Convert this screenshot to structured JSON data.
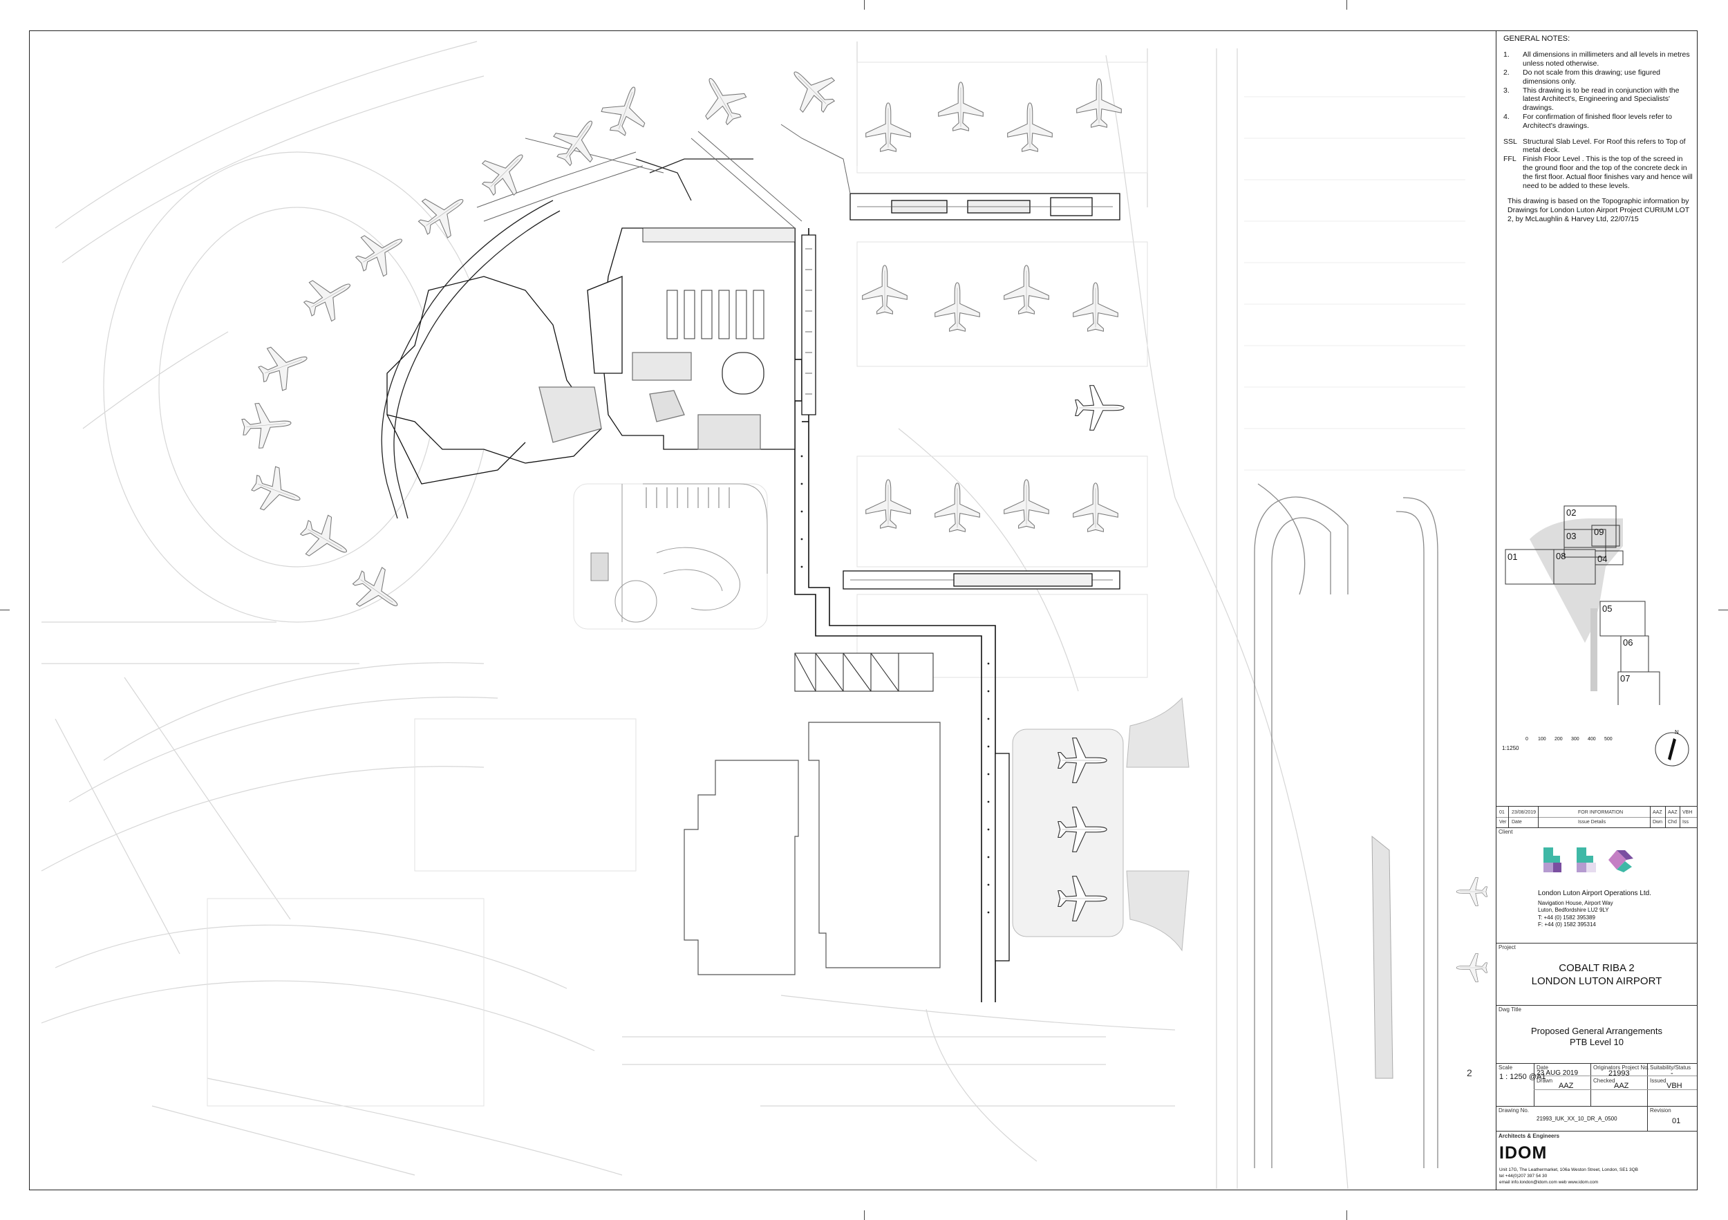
{
  "general_notes": {
    "heading": "GENERAL NOTES:",
    "items": [
      {
        "key": "1.",
        "text": "All dimensions in millimeters and all levels in metres unless noted otherwise."
      },
      {
        "key": "2.",
        "text": "Do not scale from this drawing; use figured dimensions only."
      },
      {
        "key": "3.",
        "text": "This drawing is to be read in conjunction with the latest Architect's, Engineering and Specialists' drawings."
      },
      {
        "key": "4.",
        "text": "For confirmation of finished floor levels refer to Architect's drawings."
      }
    ],
    "definitions": [
      {
        "key": "SSL",
        "text": "Structural Slab Level. For Roof this refers to Top of metal deck."
      },
      {
        "key": "FFL",
        "text": "Finish Floor Level . This is the top of the screed in the ground floor and the top of the concrete deck in the first floor. Actual floor finishes vary and hence will need to be added to these levels."
      }
    ],
    "topographic_note": "This drawing is based on the Topographic information by Drawings for London Luton Airport Project CURIUM LOT 2, by McLaughlin & Harvey Ltd, 22/07/15"
  },
  "keyplan": {
    "labels": [
      "01",
      "02",
      "03",
      "09",
      "08",
      "04",
      "05",
      "06",
      "07"
    ]
  },
  "scale_bar": {
    "ratio": "1:1250",
    "ticks": [
      "0",
      "100",
      "200",
      "300",
      "400",
      "500"
    ]
  },
  "revision_table": {
    "rows": [
      {
        "rev": "01",
        "date": "23/08/2019",
        "details": "FOR INFORMATION",
        "drawn": "AAZ",
        "checked": "AAZ",
        "issued": "VBH"
      }
    ],
    "headers": {
      "rev": "Ver",
      "date": "Date",
      "details": "Issue Details",
      "drawn": "Dwn",
      "checked": "Chd",
      "issued": "Iss"
    }
  },
  "client": {
    "label": "Client",
    "name": "London Luton Airport Operations Ltd.",
    "address1": "Navigation House, Airport Way",
    "address2": "Luton, Bedfordshire LU2 9LY",
    "tel": "T: +44 (0) 1582 395389",
    "fax": "F: +44 (0) 1582 395314",
    "logo_colors": {
      "teal": "#3fb8a6",
      "lilac": "#b59bd0",
      "purple": "#7a4fa0",
      "pink": "#c47fc4"
    }
  },
  "project": {
    "label": "Project",
    "line1": "COBALT RIBA 2",
    "line2": "LONDON LUTON AIRPORT"
  },
  "drawing_title": {
    "label": "Dwg Title",
    "line1": "Proposed General Arrangements",
    "line2": "PTB Level 10"
  },
  "info": {
    "scale_label": "Scale",
    "scale": "1 : 1250 @A1",
    "date_label": "Date",
    "date": "23 AUG 2019",
    "orig_label": "Originators Project No.",
    "orig": "21993",
    "suit_label": "Suitability/Status",
    "suit": "-",
    "drawn_label": "Drawn",
    "drawn": "AAZ",
    "checked_label": "Checked",
    "checked": "AAZ",
    "issued_label": "Issued",
    "issued": "VBH",
    "dwgno_label": "Drawing No.",
    "dwgno": "21993_IUK_XX_10_DR_A_0500",
    "rev_label": "Revision",
    "rev": "01"
  },
  "architect": {
    "label": "Architects & Engineers",
    "logo": "IDOM",
    "address": "Unit 17G, The Leathermarket, 106a Weston Street, London, SE1 3QB",
    "tel": "tel +44(0)207 397 54 30",
    "email": "email info.london@idom.com  web www.idom.com"
  },
  "plan_marks": {
    "edge_number": "2"
  }
}
